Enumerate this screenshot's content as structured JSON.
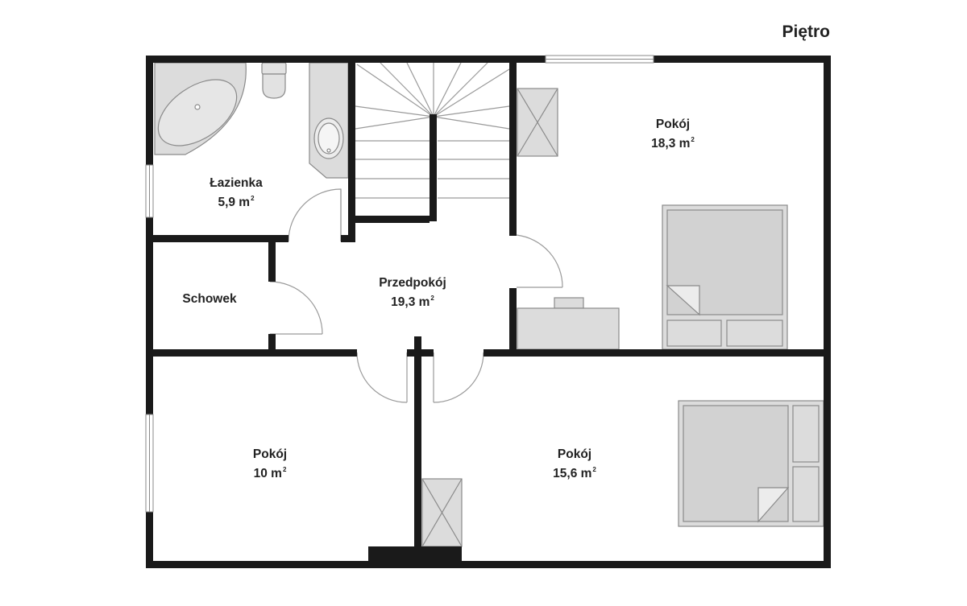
{
  "floor_title": "Piętro",
  "rooms": {
    "bathroom": {
      "name": "Łazienka",
      "area": "5,9 m",
      "unit_exp": "2"
    },
    "storage": {
      "name": "Schowek"
    },
    "hall": {
      "name": "Przedpokój",
      "area": "19,3 m",
      "unit_exp": "2"
    },
    "room_ne": {
      "name": "Pokój",
      "area": "18,3 m",
      "unit_exp": "2"
    },
    "room_sw": {
      "name": "Pokój",
      "area": "10 m",
      "unit_exp": "2"
    },
    "room_se": {
      "name": "Pokój",
      "area": "15,6 m",
      "unit_exp": "2"
    }
  },
  "colors": {
    "wall": "#1a1a1a",
    "fixture_fill": "#dcdcdc",
    "fixture_stroke": "#8a8a8a",
    "door_stroke": "#9a9a9a"
  }
}
